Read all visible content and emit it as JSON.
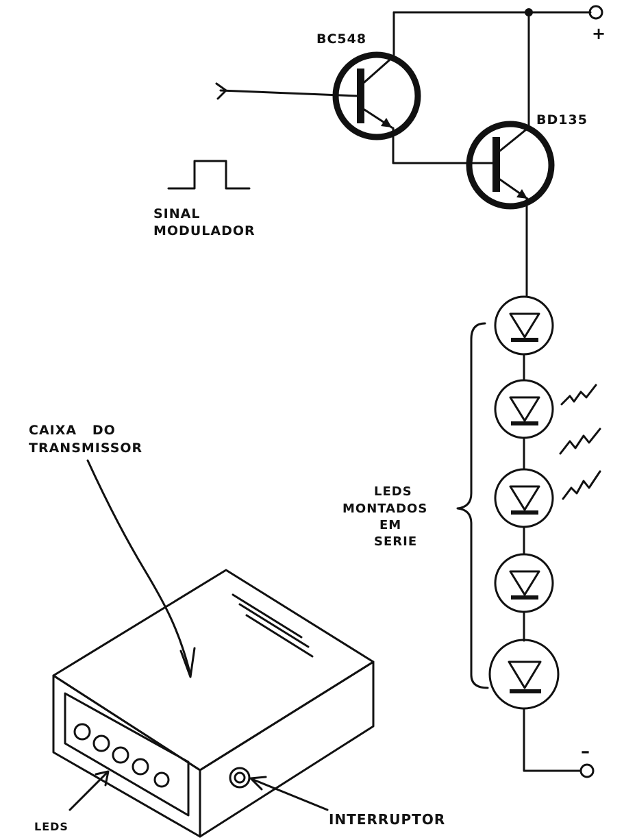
{
  "transistors": {
    "q1": "BC548",
    "q2": "BD135"
  },
  "terminals": {
    "positive": "+",
    "negative": "–"
  },
  "signal": {
    "line1": "SINAL",
    "line2": "MODULADOR"
  },
  "leds_label": {
    "line1": "LEDS",
    "line2": "MONTADOS",
    "line3": "EM",
    "line4": "SERIE"
  },
  "box_label": {
    "line1": "CAIXA   DO",
    "line2": "TRANSMISSOR"
  },
  "bottom_labels": {
    "leds": "LEDS",
    "switch": "INTERRUPTOR"
  },
  "led_count": 5,
  "emitting_leds": [
    2,
    3
  ]
}
